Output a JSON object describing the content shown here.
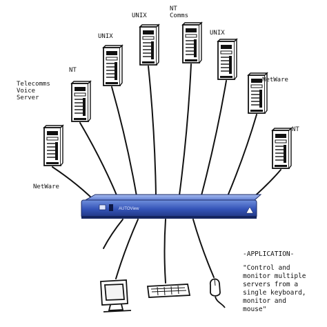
{
  "servers": [
    {
      "label": "NetWare"
    },
    {
      "label": "Telecomms\nVoice\nServer"
    },
    {
      "label": "NT"
    },
    {
      "label": "UNIX"
    },
    {
      "label": "UNIX"
    },
    {
      "label": "NT\nComms"
    },
    {
      "label": "UNIX"
    },
    {
      "label": "NetWare"
    },
    {
      "label": "NT"
    }
  ],
  "switch": {
    "brand_text": "AUTOView"
  },
  "application": {
    "heading": "-APPLICATION-",
    "lines": [
      "\"Control and",
      "monitor multiple",
      "servers from a",
      "single keyboard,",
      "monitor and",
      "mouse\""
    ]
  },
  "peripherals": [
    {
      "name": "monitor"
    },
    {
      "name": "keyboard"
    },
    {
      "name": "mouse"
    }
  ]
}
